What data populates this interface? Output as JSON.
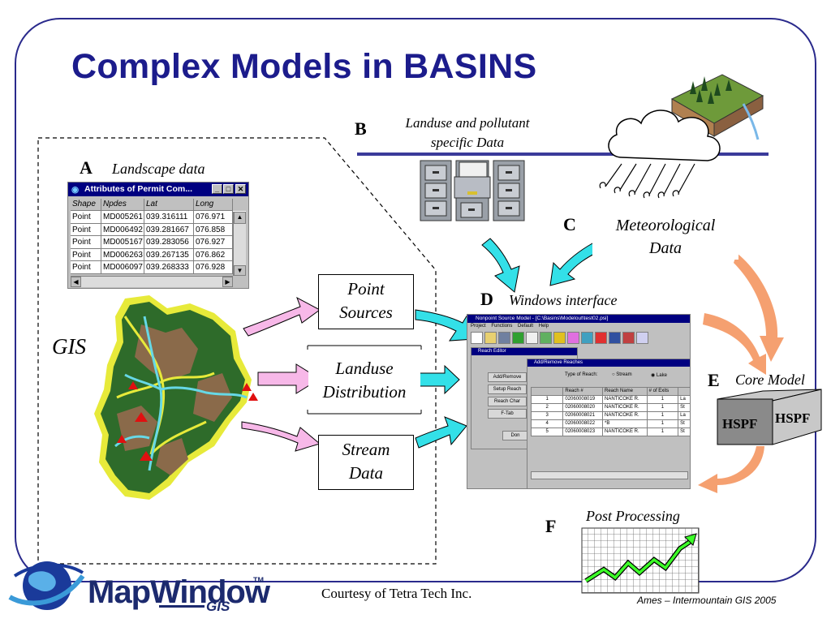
{
  "slide": {
    "title": "Complex Models in BASINS",
    "credit": "Courtesy of Tetra Tech Inc.",
    "footer": "Ames – Intermountain GIS 2005"
  },
  "labels": {
    "a_letter": "A",
    "a_text": "Landscape data",
    "b_letter": "B",
    "b_text_1": "Landuse and pollutant",
    "b_text_2": "specific Data",
    "c_letter": "C",
    "c_text_1": "Meteorological",
    "c_text_2": "Data",
    "d_letter": "D",
    "d_text": "Windows interface",
    "e_letter": "E",
    "e_text": "Core Model",
    "f_letter": "F",
    "f_text": "Post Processing",
    "gis": "GIS"
  },
  "boxes": {
    "point_1": "Point",
    "point_2": "Sources",
    "landuse_1": "Landuse",
    "landuse_2": "Distribution",
    "stream_1": "Stream",
    "stream_2": "Data"
  },
  "hspf": {
    "front": "HSPF",
    "side": "HSPF"
  },
  "attributes_window": {
    "title": "Attributes of Permit Com...",
    "columns": [
      "Shape",
      "Npdes",
      "Lat",
      "Long"
    ],
    "rows": [
      [
        "Point",
        "MD005261",
        "039.316111",
        "076.971"
      ],
      [
        "Point",
        "MD006492",
        "039.281667",
        "076.858"
      ],
      [
        "Point",
        "MD005167",
        "039.283056",
        "076.927"
      ],
      [
        "Point",
        "MD006263",
        "039.267135",
        "076.862"
      ],
      [
        "Point",
        "MD006097",
        "039.268333",
        "076.928"
      ]
    ]
  },
  "windows_interface": {
    "title": "Nonpoint Source Model - [C:\\Basins\\Modelout\\test02.psi]",
    "menu": [
      "Project",
      "Functions",
      "Default",
      "Help"
    ],
    "reach_editor_title": "Reach Editor",
    "add_remove_title": "Add/Remove Reaches",
    "type_label": "Type of Reach:",
    "type_options": [
      "Stream",
      "Lake"
    ],
    "type_selected": "Lake",
    "buttons": [
      "Add/Remove",
      "Setup Reach",
      "Reach Char",
      "F-Tab",
      "Don"
    ],
    "columns": [
      "",
      "Reach #",
      "Reach Name",
      "# of Exits",
      ""
    ],
    "rows": [
      [
        "1",
        "02060008019",
        "NANTICOKE R.",
        "1",
        "La"
      ],
      [
        "2",
        "02060008020",
        "NANTICOKE R.",
        "1",
        "St"
      ],
      [
        "3",
        "02060008021",
        "NANTICOKE R.",
        "1",
        "La"
      ],
      [
        "4",
        "02060008022",
        "*B",
        "1",
        "St"
      ],
      [
        "5",
        "02060008023",
        "NANTICOKE R.",
        "1",
        "St"
      ]
    ]
  },
  "logo": {
    "name": "MapWindow",
    "tm": "TM",
    "sub": "GIS"
  },
  "colors": {
    "title": "#1c1c8c",
    "arrow_pink": "#f7b8e8",
    "arrow_cyan": "#33e0e8",
    "arrow_orange": "#f5a070",
    "frame": "#2a2a8c"
  }
}
